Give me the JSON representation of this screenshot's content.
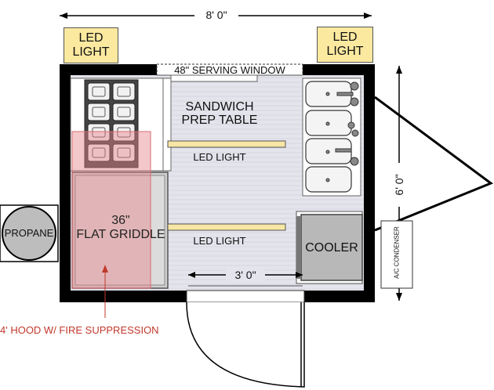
{
  "dimensions": {
    "width_label": "8' 0\"",
    "depth_label": "6' 0\"",
    "door_label": "3' 0\""
  },
  "led_lights": {
    "left": "LED\nLIGHT",
    "right": "LED\nLIGHT",
    "strip_upper": "LED LIGHT",
    "strip_lower": "LED LIGHT"
  },
  "serving_window": "48\" SERVING WINDOW",
  "sandwich_prep": "SANDWICH\nPREP TABLE",
  "griddle": "36\"\nFLAT GRIDDLE",
  "propane": "PROPANE",
  "cooler": "COOLER",
  "ac_condenser": "A/C CONDENSER",
  "hood_note": "4' HOOD W/ FIRE SUPPRESSION",
  "colors": {
    "wall": "#000000",
    "floor": "#e4e4ec",
    "led_box": "#fbe9a0",
    "led_strip": "#f7e6a4",
    "hood": "#e7868a",
    "hood_note": "#c0392b",
    "cooler": "#b8b8b8",
    "propane": "#bdbdbd"
  },
  "icons": [
    "dimension-arrow-icon",
    "sink-icon",
    "faucet-icon",
    "door-swing-icon",
    "pan-icon"
  ]
}
